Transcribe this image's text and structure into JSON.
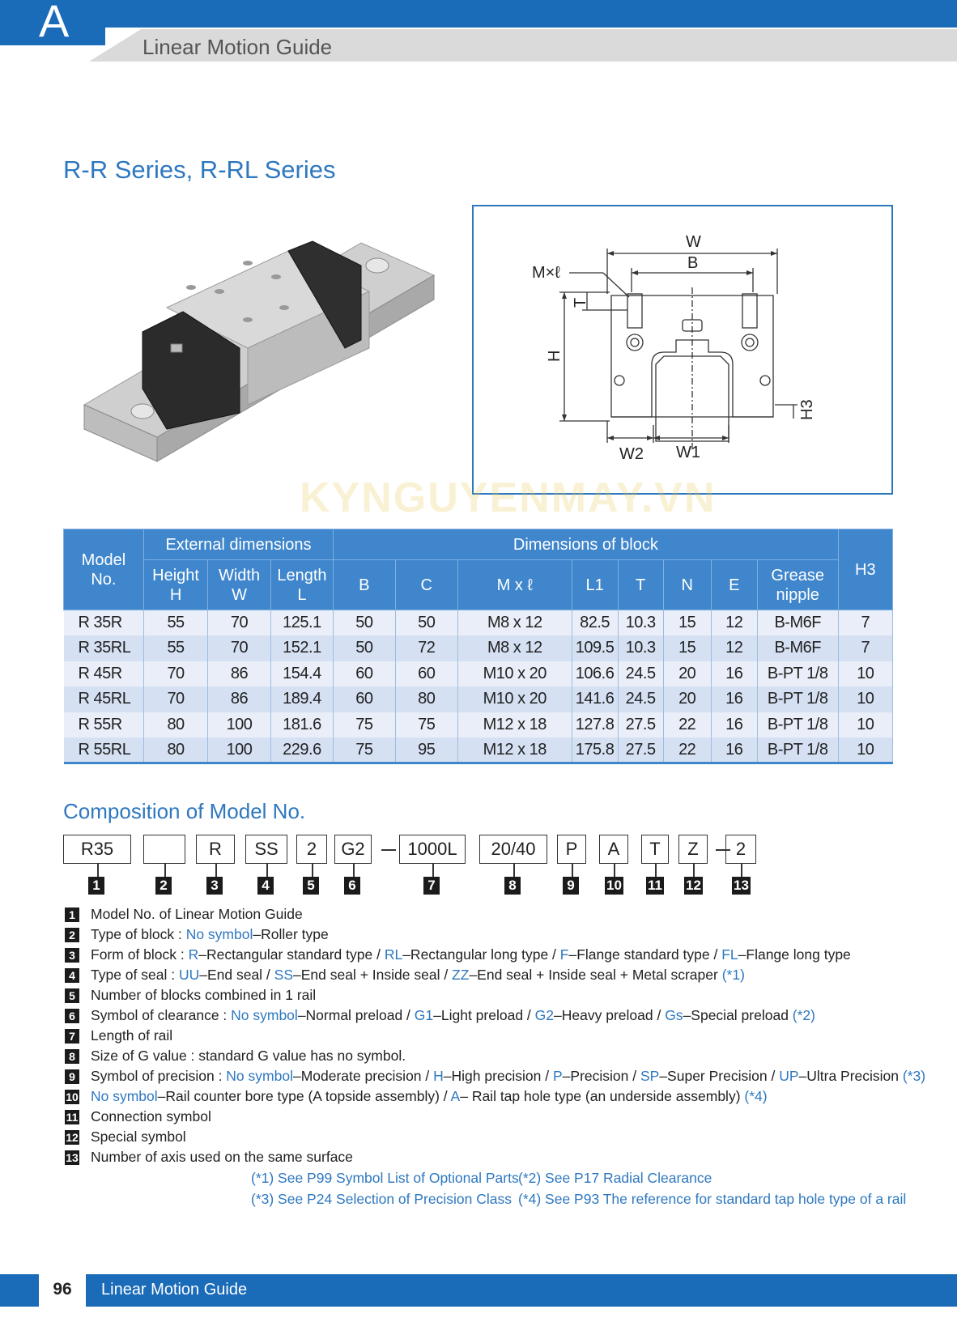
{
  "header": {
    "section_letter": "A",
    "title": "Linear Motion Guide"
  },
  "series_title": "R-R Series, R-RL Series",
  "drawing_labels": {
    "W": "W",
    "B": "B",
    "mxl": "M×ℓ",
    "T": "T",
    "H": "H",
    "H3": "H3",
    "W2": "W2",
    "W1": "W1"
  },
  "watermark": "KYNGUYENMAY.VN",
  "table": {
    "col_model": "Model No.",
    "group_external": "External dimensions",
    "group_block": "Dimensions of block",
    "headers": {
      "height": "Height",
      "height_sym": "H",
      "width": "Width",
      "width_sym": "W",
      "length": "Length",
      "length_sym": "L",
      "b": "B",
      "c": "C",
      "mxl": "M x ℓ",
      "l1": "L1",
      "t": "T",
      "n": "N",
      "e": "E",
      "grease": "Grease nipple",
      "h3": "H3"
    },
    "rows": [
      [
        "R 35R",
        "55",
        "70",
        "125.1",
        "50",
        "50",
        "M8 x 12",
        "82.5",
        "10.3",
        "15",
        "12",
        "B-M6F",
        "7"
      ],
      [
        "R 35RL",
        "55",
        "70",
        "152.1",
        "50",
        "72",
        "M8 x 12",
        "109.5",
        "10.3",
        "15",
        "12",
        "B-M6F",
        "7"
      ],
      [
        "R 45R",
        "70",
        "86",
        "154.4",
        "60",
        "60",
        "M10 x 20",
        "106.6",
        "24.5",
        "20",
        "16",
        "B-PT 1/8",
        "10"
      ],
      [
        "R 45RL",
        "70",
        "86",
        "189.4",
        "60",
        "80",
        "M10 x 20",
        "141.6",
        "24.5",
        "20",
        "16",
        "B-PT 1/8",
        "10"
      ],
      [
        "R 55R",
        "80",
        "100",
        "181.6",
        "75",
        "75",
        "M12 x 18",
        "127.8",
        "27.5",
        "22",
        "16",
        "B-PT 1/8",
        "10"
      ],
      [
        "R 55RL",
        "80",
        "100",
        "229.6",
        "75",
        "95",
        "M12 x 18",
        "175.8",
        "27.5",
        "22",
        "16",
        "B-PT 1/8",
        "10"
      ]
    ]
  },
  "composition": {
    "title": "Composition of Model No.",
    "boxes": [
      "R35",
      "",
      "R",
      "SS",
      "2",
      "G2",
      "1000L",
      "20/40",
      "P",
      "A",
      "T",
      "Z",
      "2"
    ],
    "numbers": [
      "1",
      "2",
      "3",
      "4",
      "5",
      "6",
      "7",
      "8",
      "9",
      "10",
      "11",
      "12",
      "13"
    ],
    "legend": [
      {
        "num": "1",
        "parts": [
          [
            "Model No. of Linear Motion Guide",
            ""
          ]
        ]
      },
      {
        "num": "2",
        "parts": [
          [
            "Type of block : ",
            ""
          ],
          [
            "No symbol",
            "blue"
          ],
          [
            "–Roller type",
            ""
          ]
        ]
      },
      {
        "num": "3",
        "parts": [
          [
            "Form of block : ",
            ""
          ],
          [
            "R",
            "blue"
          ],
          [
            "–Rectangular standard type / ",
            ""
          ],
          [
            "RL",
            "blue"
          ],
          [
            "–Rectangular long type / ",
            ""
          ],
          [
            "F",
            "blue"
          ],
          [
            "–Flange standard type / ",
            ""
          ],
          [
            "FL",
            "blue"
          ],
          [
            "–Flange long type",
            ""
          ]
        ]
      },
      {
        "num": "4",
        "parts": [
          [
            "Type of seal : ",
            ""
          ],
          [
            "UU",
            "blue"
          ],
          [
            "–End seal / ",
            ""
          ],
          [
            "SS",
            "blue"
          ],
          [
            "–End seal + Inside seal / ",
            ""
          ],
          [
            "ZZ",
            "blue"
          ],
          [
            "–End seal + Inside seal + Metal scraper ",
            ""
          ],
          [
            "(*1)",
            "blue"
          ]
        ]
      },
      {
        "num": "5",
        "parts": [
          [
            "Number of blocks combined in 1 rail",
            ""
          ]
        ]
      },
      {
        "num": "6",
        "parts": [
          [
            "Symbol of clearance : ",
            ""
          ],
          [
            "No symbol",
            "blue"
          ],
          [
            "–Normal preload / ",
            ""
          ],
          [
            "G1",
            "blue"
          ],
          [
            "–Light preload / ",
            ""
          ],
          [
            "G2",
            "blue"
          ],
          [
            "–Heavy preload / ",
            ""
          ],
          [
            "Gs",
            "blue"
          ],
          [
            "–Special preload ",
            ""
          ],
          [
            "(*2)",
            "blue"
          ]
        ]
      },
      {
        "num": "7",
        "parts": [
          [
            "Length of rail",
            ""
          ]
        ]
      },
      {
        "num": "8",
        "parts": [
          [
            "Size of G value : standard G value has no symbol.",
            ""
          ]
        ]
      },
      {
        "num": "9",
        "parts": [
          [
            "Symbol of precision : ",
            ""
          ],
          [
            "No symbol",
            "blue"
          ],
          [
            "–Moderate precision / ",
            ""
          ],
          [
            "H",
            "blue"
          ],
          [
            "–High precision / ",
            ""
          ],
          [
            "P",
            "blue"
          ],
          [
            "–Precision / ",
            ""
          ],
          [
            "SP",
            "blue"
          ],
          [
            "–Super Precision / ",
            ""
          ],
          [
            "UP",
            "blue"
          ],
          [
            "–Ultra Precision ",
            ""
          ],
          [
            "(*3)",
            "blue"
          ]
        ]
      },
      {
        "num": "10",
        "parts": [
          [
            "No symbol",
            "blue"
          ],
          [
            "–Rail counter bore type (A topside assembly) / ",
            ""
          ],
          [
            "A",
            "blue"
          ],
          [
            "– Rail tap hole type (an underside assembly) ",
            ""
          ],
          [
            "(*4)",
            "blue"
          ]
        ]
      },
      {
        "num": "11",
        "parts": [
          [
            "Connection symbol",
            ""
          ]
        ]
      },
      {
        "num": "12",
        "parts": [
          [
            "Special symbol",
            ""
          ]
        ]
      },
      {
        "num": "13",
        "parts": [
          [
            "Number of axis used on the same surface",
            ""
          ]
        ]
      }
    ],
    "notes": {
      "n1": "(*1) See P99 Symbol List of Optional Parts",
      "n2": "(*2) See P17 Radial Clearance",
      "n3": "(*3) See P24 Selection of Precision Class",
      "n4": "(*4) See P93 The reference for standard tap hole type of a rail"
    }
  },
  "footer": {
    "page": "96",
    "title": "Linear Motion Guide"
  }
}
